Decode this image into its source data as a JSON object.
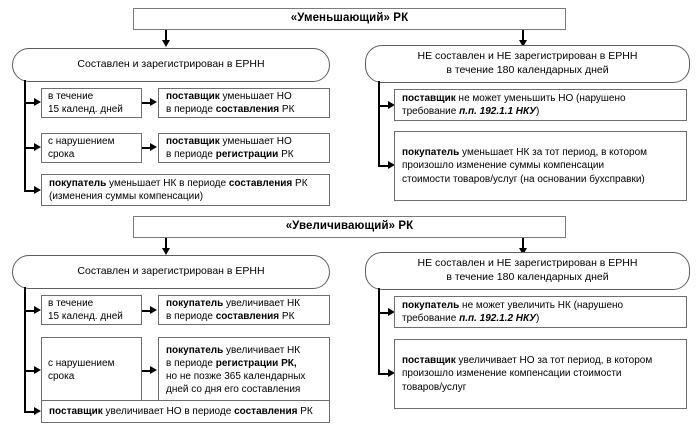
{
  "diagram": {
    "title_top": "«Уменьшающий» РК",
    "title_bottom": "«Увеличивающий» РК",
    "colors": {
      "box_border": "#6e6e6e",
      "capsule_border": "#5d5d5d",
      "connector": "#000000",
      "background": "#ffffff",
      "text": "#000000"
    }
  },
  "top_section": {
    "header": "«Уменьшающий» РК",
    "left_branch": {
      "capsule": "Составлен и зарегистрирован в ЕРНН",
      "rows": [
        {
          "condition": "в течение\n15 календ. дней",
          "result_html": "<b>поставщик</b> уменьшает НО\nв периоде <b>составления</b> РК",
          "result_text": "поставщик уменьшает НО в периоде составления РК"
        },
        {
          "condition": "с нарушением\nсрока",
          "result_html": "<b>поставщик</b> уменьшает НО\nв периоде <b>регистрации</b> РК",
          "result_text": "поставщик уменьшает НО в периоде регистрации РК"
        }
      ],
      "full_width_result_html": "<b>покупатель</b> уменьшает НК в периоде <b>составления</b> РК\n(изменения суммы компенсации)",
      "full_width_result_text": "покупатель уменьшает НК в периоде составления РК (изменения суммы компенсации)"
    },
    "right_branch": {
      "capsule": "НЕ составлен и НЕ зарегистрирован в ЕРНН\nв течение 180 календарных дней",
      "results": [
        {
          "html": "<b>поставщик</b> не может уменьшить НО (нарушено\nтребование <i>п.п. 192.1.1 НКУ</i>)",
          "text": "поставщик не может уменьшить НО (нарушено требование п.п. 192.1.1 НКУ)"
        },
        {
          "html": "<b>покупатель</b> уменьшает НК за тот период, в котором\nпроизошло изменение суммы компенсации\nстоимости товаров/услуг (на основании бухсправки)",
          "text": "покупатель уменьшает НК за тот период, в котором произошло изменение суммы компенсации стоимости товаров/услуг (на основании бухсправки)"
        }
      ]
    }
  },
  "bottom_section": {
    "header": "«Увеличивающий» РК",
    "left_branch": {
      "capsule": "Составлен и зарегистрирован в ЕРНН",
      "rows": [
        {
          "condition": "в течение\n15 календ. дней",
          "result_html": "<b>покупатель</b> увеличивает НК\nв периоде <b>составления</b> РК",
          "result_text": "покупатель увеличивает НК в периоде составления РК"
        },
        {
          "condition": "с нарушением\nсрока",
          "result_html": "<b>покупатель</b> увеличивает НК\nв периоде <b>регистрации РК,</b>\nно не позже 365 календарных\nдней со дня его составления",
          "result_text": "покупатель увеличивает НК в периоде регистрации РК, но не позже 365 календарных дней со дня его составления"
        }
      ],
      "full_width_result_html": "<b>поставщик</b> увеличивает НО в периоде <b>составления</b> РК",
      "full_width_result_text": "поставщик увеличивает НО в периоде составления РК"
    },
    "right_branch": {
      "capsule": "НЕ составлен и НЕ зарегистрирован в ЕРНН\nв течение 180 календарных дней",
      "results": [
        {
          "html": "<b>покупатель</b> не может увеличить НК (нарушено\nтребование <i>п.п. 192.1.2 НКУ</i>)",
          "text": "покупатель не может увеличить НК (нарушено требование п.п. 192.1.2 НКУ)"
        },
        {
          "html": "<b>поставщик</b> увеличивает НО за тот период, в котором\nпроизошло изменение компенсации стоимости\nтоваров/услуг",
          "text": "поставщик увеличивает НО за тот период, в котором произошло изменение компенсации стоимости товаров/услуг"
        }
      ]
    }
  }
}
